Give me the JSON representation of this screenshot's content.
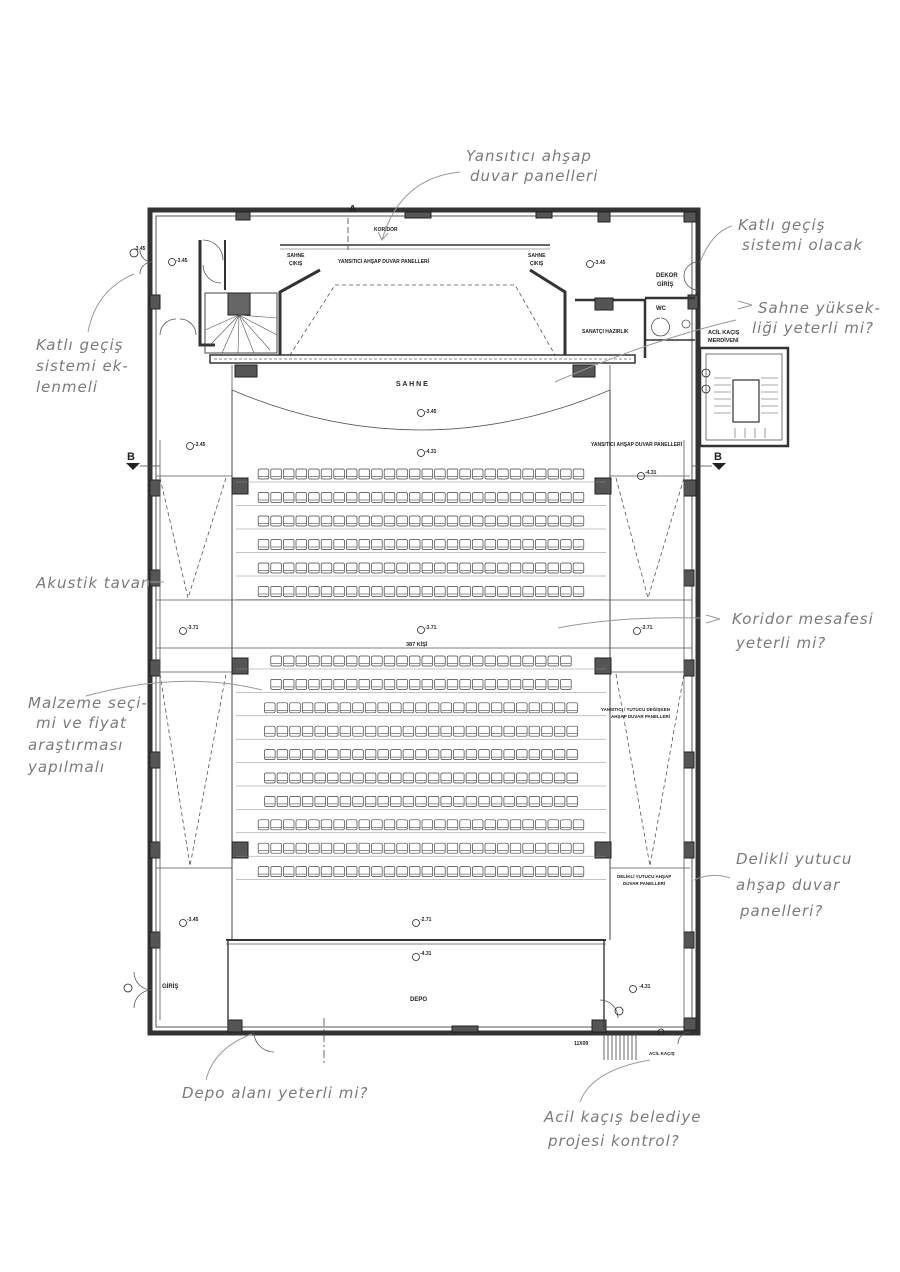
{
  "plan": {
    "labels": {
      "section_a": "A",
      "koridor": "KORİDOR",
      "yansitici_top": "YANSITICI AHŞAP DUVAR PANELLERİ",
      "sahne_cikis_left_1": "SAHNE",
      "sahne_cikis_left_2": "ÇIKIŞ",
      "sahne_cikis_right_1": "SAHNE",
      "sahne_cikis_right_2": "ÇIKIŞ",
      "dekor_1": "DEKOR",
      "dekor_2": "GİRİŞ",
      "wc": "WC",
      "sanatci": "SANATÇI HAZIRLIK",
      "acil_merdiven_1": "ACİL KAÇIŞ",
      "acil_merdiven_2": "MERDİVENİ",
      "sahne": "S A H N E",
      "section_b_left": "B",
      "section_b_right": "B",
      "yansitici_right": "YANSITICI AHŞAP DUVAR PANELLERİ",
      "capacity": "387 KİŞİ",
      "yansitici_yutucu_1": "YANSITICI / YUTUCU DEĞİŞKEN",
      "yansitici_yutucu_2": "AHŞAP DUVAR PANELLERİ",
      "delikli_1": "DELİKLİ YUTUCU AHŞAP",
      "delikli_2": "DUVAR PANELLERİ",
      "giris": "GİRİŞ",
      "depo": "DEPO",
      "acil_kacis": "ACİL KAÇIŞ",
      "stair_dim": "11X09"
    },
    "levels": {
      "l1": "-3.45",
      "l2": "-3.45",
      "l3": "-3.45",
      "l4": "-3.45",
      "l5": "-4.31",
      "l6": "-4.31",
      "l7": "-3.71",
      "l8": "-3.71",
      "l9": "-3.71",
      "l10": "-3.45",
      "l11": "-2.71",
      "l12": "-4.31",
      "l13": "-4.31"
    },
    "notes": {
      "n1_1": "Yansıtıcı ahşap",
      "n1_2": "duvar panelleri",
      "n2_1": "Katlı geçiş",
      "n2_2": "sistemi olacak",
      "n3_1": "Katlı geçiş",
      "n3_2": "sistemi ek-",
      "n3_3": "lenmeli",
      "n4_1": "Sahne yüksek-",
      "n4_2": "liği yeterli mi?",
      "n5": "Akustik tavan",
      "n6_1": "Koridor mesafesi",
      "n6_2": "yeterli mi?",
      "n7_1": "Malzeme seçi-",
      "n7_2": "mi ve fiyat",
      "n7_3": "araştırması",
      "n7_4": "yapılmalı",
      "n8_1": "Delikli yutucu",
      "n8_2": "ahşap duvar",
      "n8_3": "panelleri?",
      "n9": "Depo alanı yeterli mi?",
      "n10_1": "Acil kaçış belediye",
      "n10_2": "projesi kontrol?"
    }
  },
  "seating": {
    "upper_rows": [
      26,
      26,
      26,
      26,
      26,
      26
    ],
    "lower_rows": [
      24,
      24,
      25,
      25,
      25,
      25,
      25,
      26,
      26,
      26
    ]
  }
}
